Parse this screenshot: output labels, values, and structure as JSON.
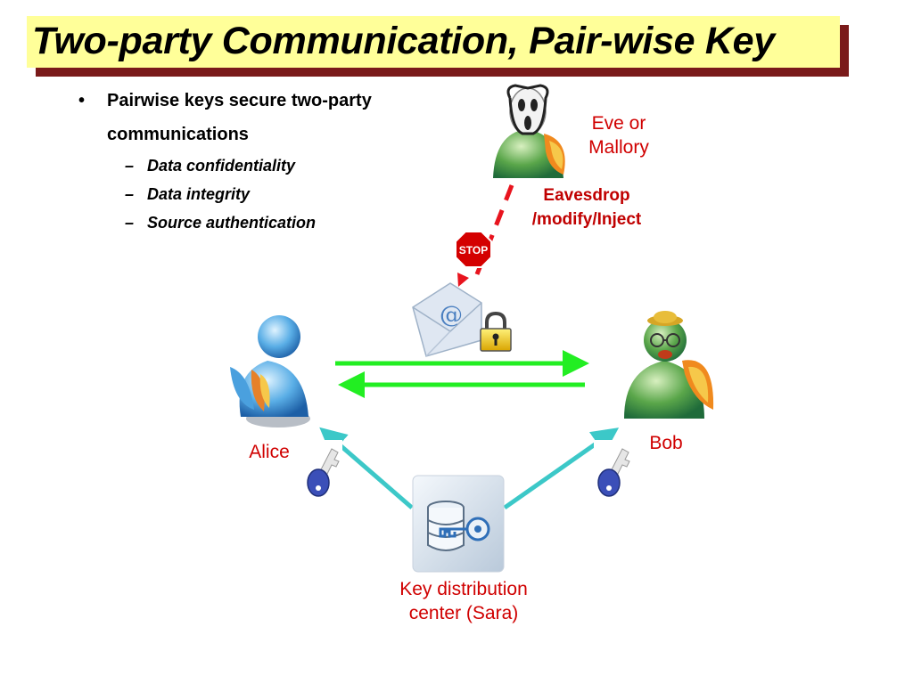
{
  "slide": {
    "title": "Two-party Communication, Pair-wise Key",
    "bullet": {
      "marker": "•",
      "text": "Pairwise keys secure two-party communications",
      "sub_marker": "–",
      "subitems": [
        "Data confidentiality",
        "Data integrity",
        "Source authentication"
      ]
    }
  },
  "diagram": {
    "eve_label": "Eve or Mallory",
    "attack_label": "Eavesdrop /modify/Inject",
    "stop_sign_text": "STOP",
    "email_symbol": "@",
    "alice_label": "Alice",
    "bob_label": "Bob",
    "kdc_label": "Key distribution center (Sara)"
  },
  "colors": {
    "title_bg": "#ffff99",
    "title_shadow": "#7a1a1a",
    "label_red": "#d00000",
    "arrow_green": "#22ee22",
    "arrow_cyan": "#3cc8c8",
    "attack_dash": "#e8141e"
  },
  "icons": [
    "user-icon",
    "scream-mask-icon",
    "cowboy-hat-icon",
    "stop-sign-icon",
    "envelope-icon",
    "padlock-icon",
    "key-icon",
    "database-key-icon"
  ]
}
